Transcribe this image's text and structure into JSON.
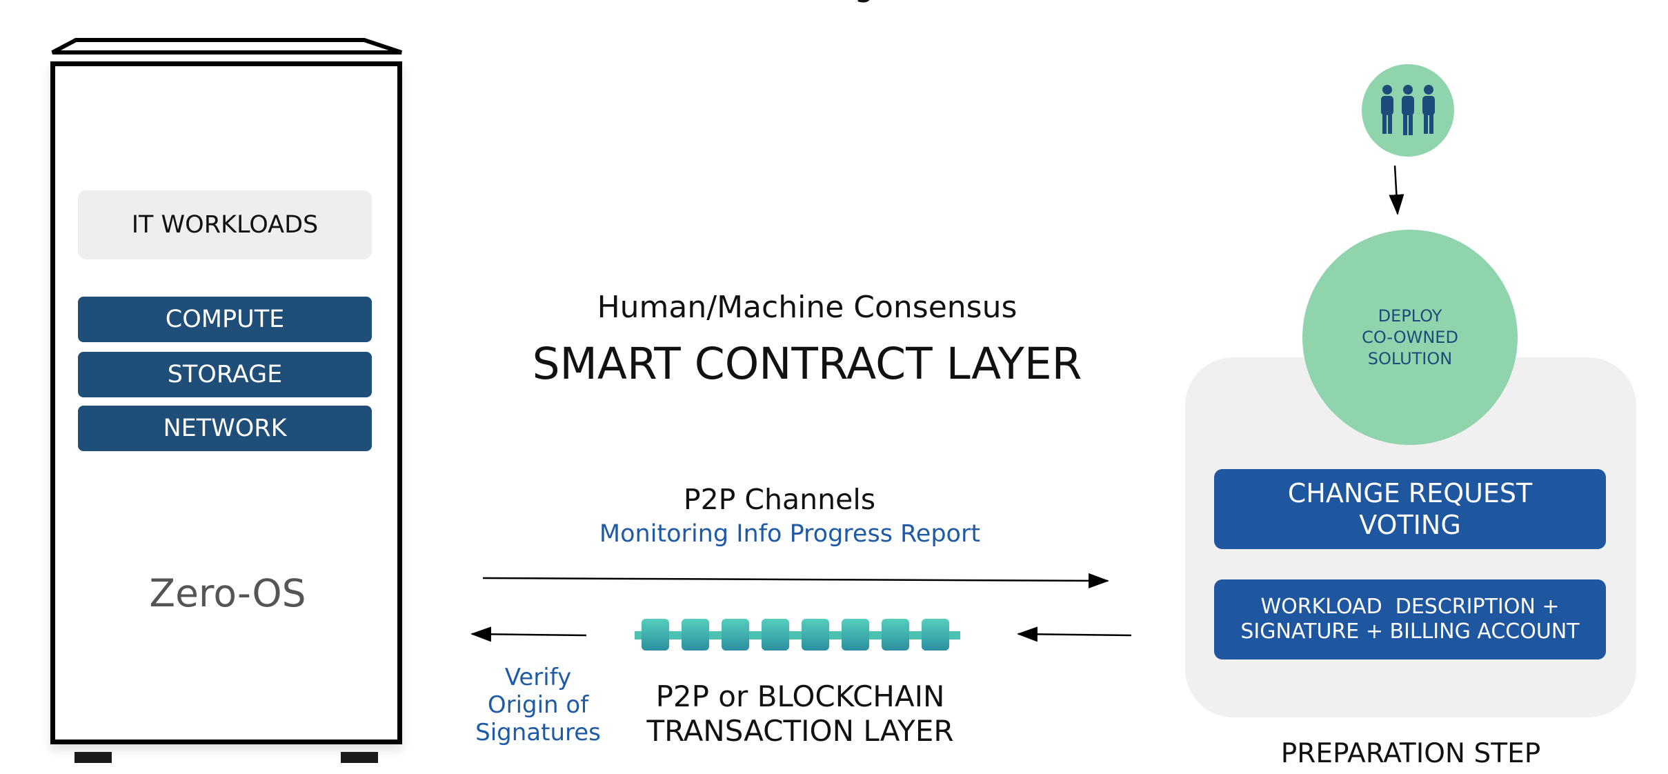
{
  "server": {
    "it_workloads": "IT WORKLOADS",
    "compute": "COMPUTE",
    "storage": "STORAGE",
    "network": "NETWORK",
    "os_label": "Zero-OS"
  },
  "center": {
    "consensus_label": "Human/Machine Consensus",
    "smart_contract_label": "SMART CONTRACT LAYER",
    "p2p_channels": "P2P Channels",
    "monitoring": "Monitoring Info Progress Report",
    "verify_lines": [
      "Verify",
      "Origin of",
      "Signatures"
    ],
    "transaction_lines": [
      "P2P or BLOCKCHAIN",
      "TRANSACTION LAYER"
    ]
  },
  "right": {
    "deploy_lines": [
      "DEPLOY",
      "CO-OWNED",
      "SOLUTION"
    ],
    "change_request_lines": [
      "CHANGE REQUEST",
      "VOTING"
    ],
    "workload_lines": [
      "WORKLOAD  DESCRIPTION +",
      "SIGNATURE + BILLING ACCOUNT"
    ],
    "preparation_step": "PREPARATION STEP",
    "people_icon": "people-icon"
  },
  "colors": {
    "navy": "#1f4e79",
    "blue": "#1f56a0",
    "mint": "#8fd4ad",
    "teal": "#3fb8a8",
    "link_blue": "#1f5aa6"
  }
}
